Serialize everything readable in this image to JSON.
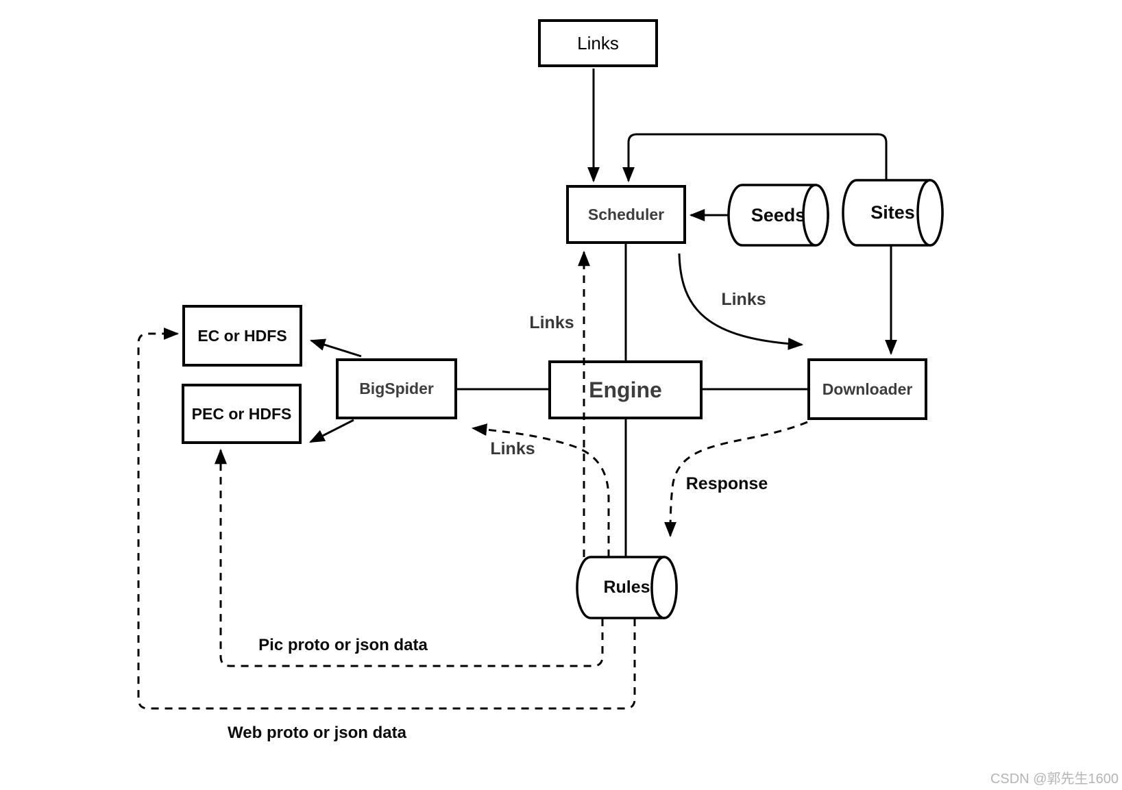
{
  "diagram": {
    "nodes": {
      "links_queue": {
        "label": "Links"
      },
      "scheduler": {
        "label": "Scheduler"
      },
      "seeds": {
        "label": "Seeds"
      },
      "sites": {
        "label": "Sites"
      },
      "engine": {
        "label": "Engine"
      },
      "downloader": {
        "label": "Downloader"
      },
      "bigspider": {
        "label": "BigSpider"
      },
      "ec_storage": {
        "label": "EC or HDFS"
      },
      "pec_storage": {
        "label": "PEC or HDFS"
      },
      "rules": {
        "label": "Rules"
      }
    },
    "edge_labels": {
      "scheduler_to_downloader": "Links",
      "rules_to_scheduler": "Links",
      "rules_to_bigspider": "Links",
      "downloader_to_rules": "Response",
      "rules_to_pec": "Pic proto or json data",
      "rules_to_ec": "Web proto or json data"
    },
    "colors": {
      "line": "#000000",
      "node_fill": "#ffffff",
      "node_text_dark": "#3d3d3d",
      "node_text_black": "#0b0b0b",
      "watermark": "#b5b5b5"
    }
  },
  "watermark": {
    "text": "CSDN @郭先生1600"
  }
}
